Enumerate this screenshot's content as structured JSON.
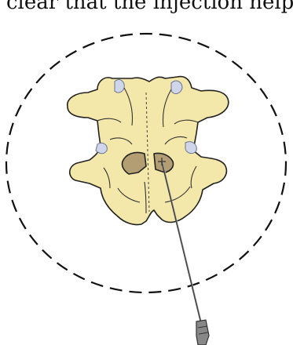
{
  "caption": {
    "text": "clear that the injection help"
  },
  "figure": {
    "subject": "lumbar vertebra with injection needle",
    "bone_color": "#f3e7aa",
    "outline_color": "#222222",
    "cartilage_color": "#cfd6ea",
    "spinal_canal_color": "#b39e73",
    "circle_style": "dashed"
  }
}
